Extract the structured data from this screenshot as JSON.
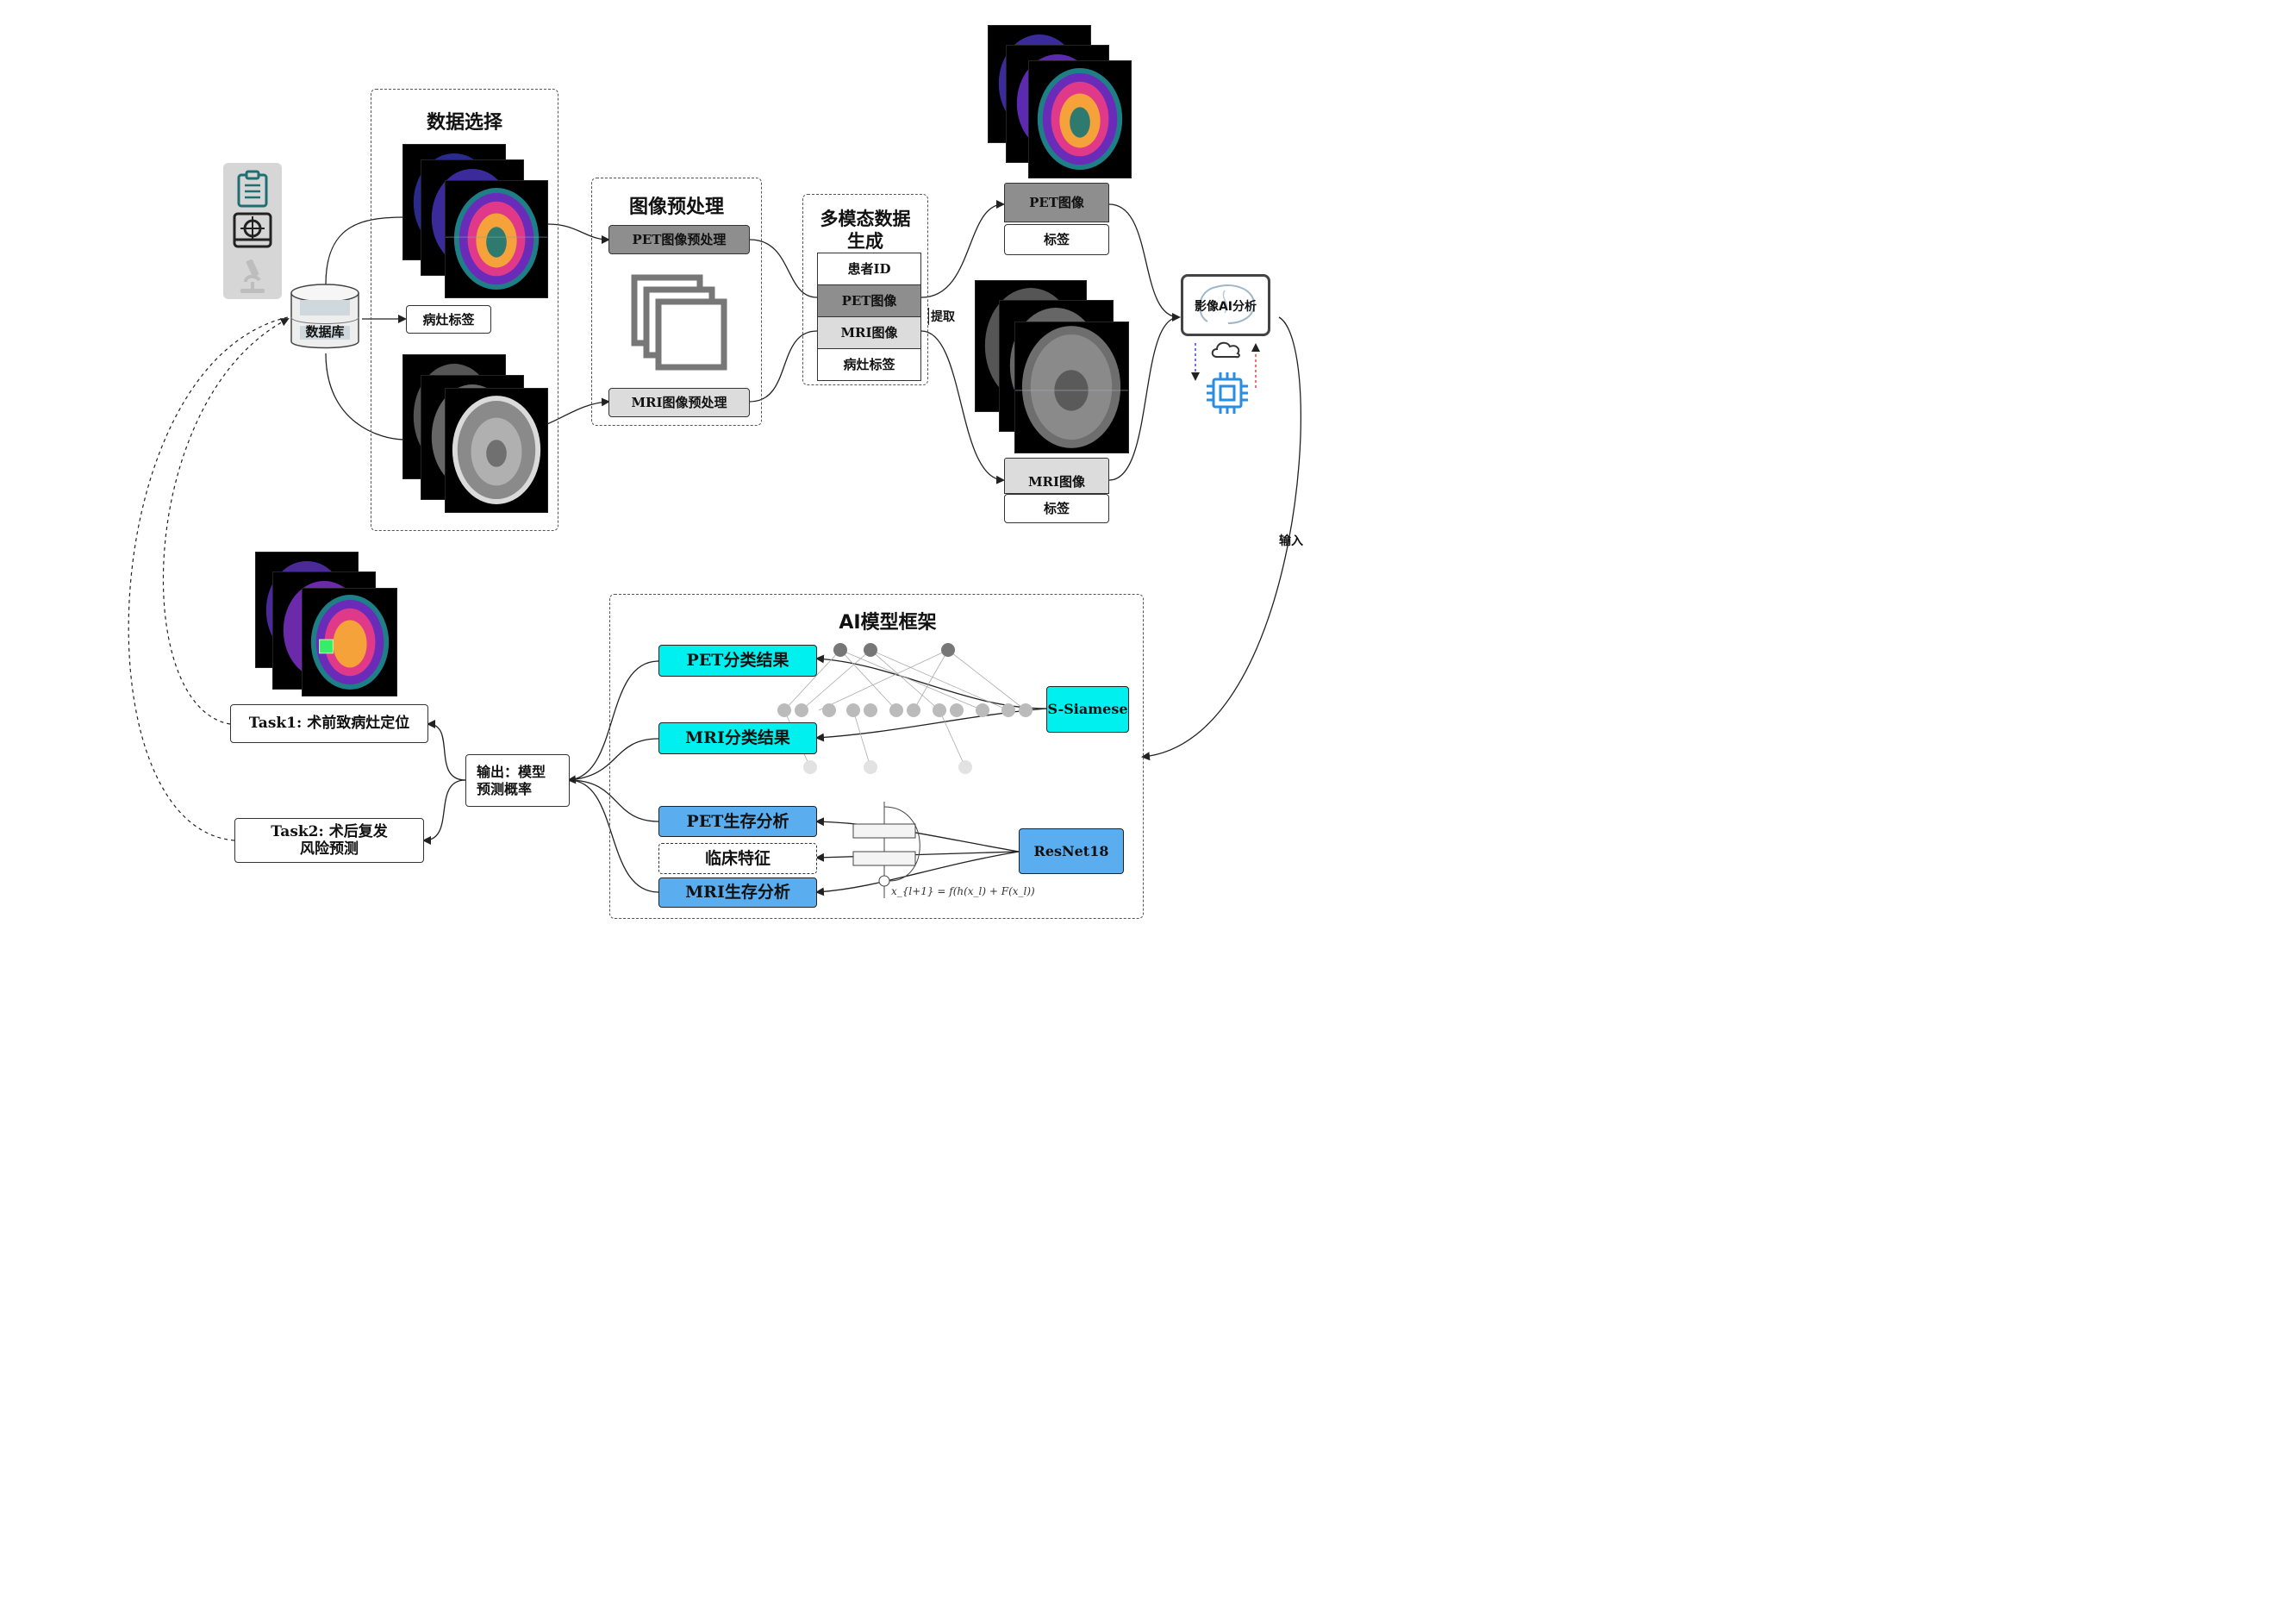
{
  "colors": {
    "dashed_border": "#555555",
    "box_dark": "#8e8e8e",
    "box_light": "#dcdcdc",
    "cyan": "#00f0f0",
    "blue": "#5aaef0",
    "icon_teal": "#1d6f73",
    "chip_blue": "#2b8de0",
    "arrow_blue": "#2222ee",
    "arrow_red": "#ee2222"
  },
  "left_panel": {
    "icons": [
      "clipboard-icon",
      "target-monitor-icon",
      "microscope-icon"
    ]
  },
  "database": {
    "label": "数据库",
    "icon": "database-cylinder-icon"
  },
  "data_select": {
    "title": "数据选择",
    "lesion_label": "病灶标签"
  },
  "preprocess": {
    "title": "图像预处理",
    "pet": "PET图像预处理",
    "mri": "MRI图像预处理",
    "icon": "stacked-images-icon"
  },
  "multimodal": {
    "title_line1": "多模态数据",
    "title_line2": "生成",
    "items": [
      "患者ID",
      "PET图像",
      "MRI图像",
      "病灶标签"
    ],
    "extract": "提取"
  },
  "right_outputs": {
    "pet_image": "PET图像",
    "pet_label": "标签",
    "mri_image": "MRI图像",
    "mri_label": "标签"
  },
  "ai_analysis": {
    "label": "影像AI分析",
    "input_label": "输入",
    "icons": [
      "brain-monitor-icon",
      "cloud-icon",
      "chip-icon"
    ]
  },
  "ai_framework": {
    "title": "AI模型框架",
    "pet_class": "PET分类结果",
    "mri_class": "MRI分类结果",
    "siamese": "S-Siamese",
    "pet_surv": "PET生存分析",
    "clinical": "临床特征",
    "mri_surv": "MRI生存分析",
    "resnet": "ResNet18",
    "residual_formula": "x_{l+1} = f(h(x_l) + F(x_l))"
  },
  "output": {
    "box_line1": "输出：模型",
    "box_line2": "预测概率",
    "task1": "Task1: 术前致病灶定位",
    "task2_line1": "Task2: 术后复发",
    "task2_line2": "风险预测"
  }
}
